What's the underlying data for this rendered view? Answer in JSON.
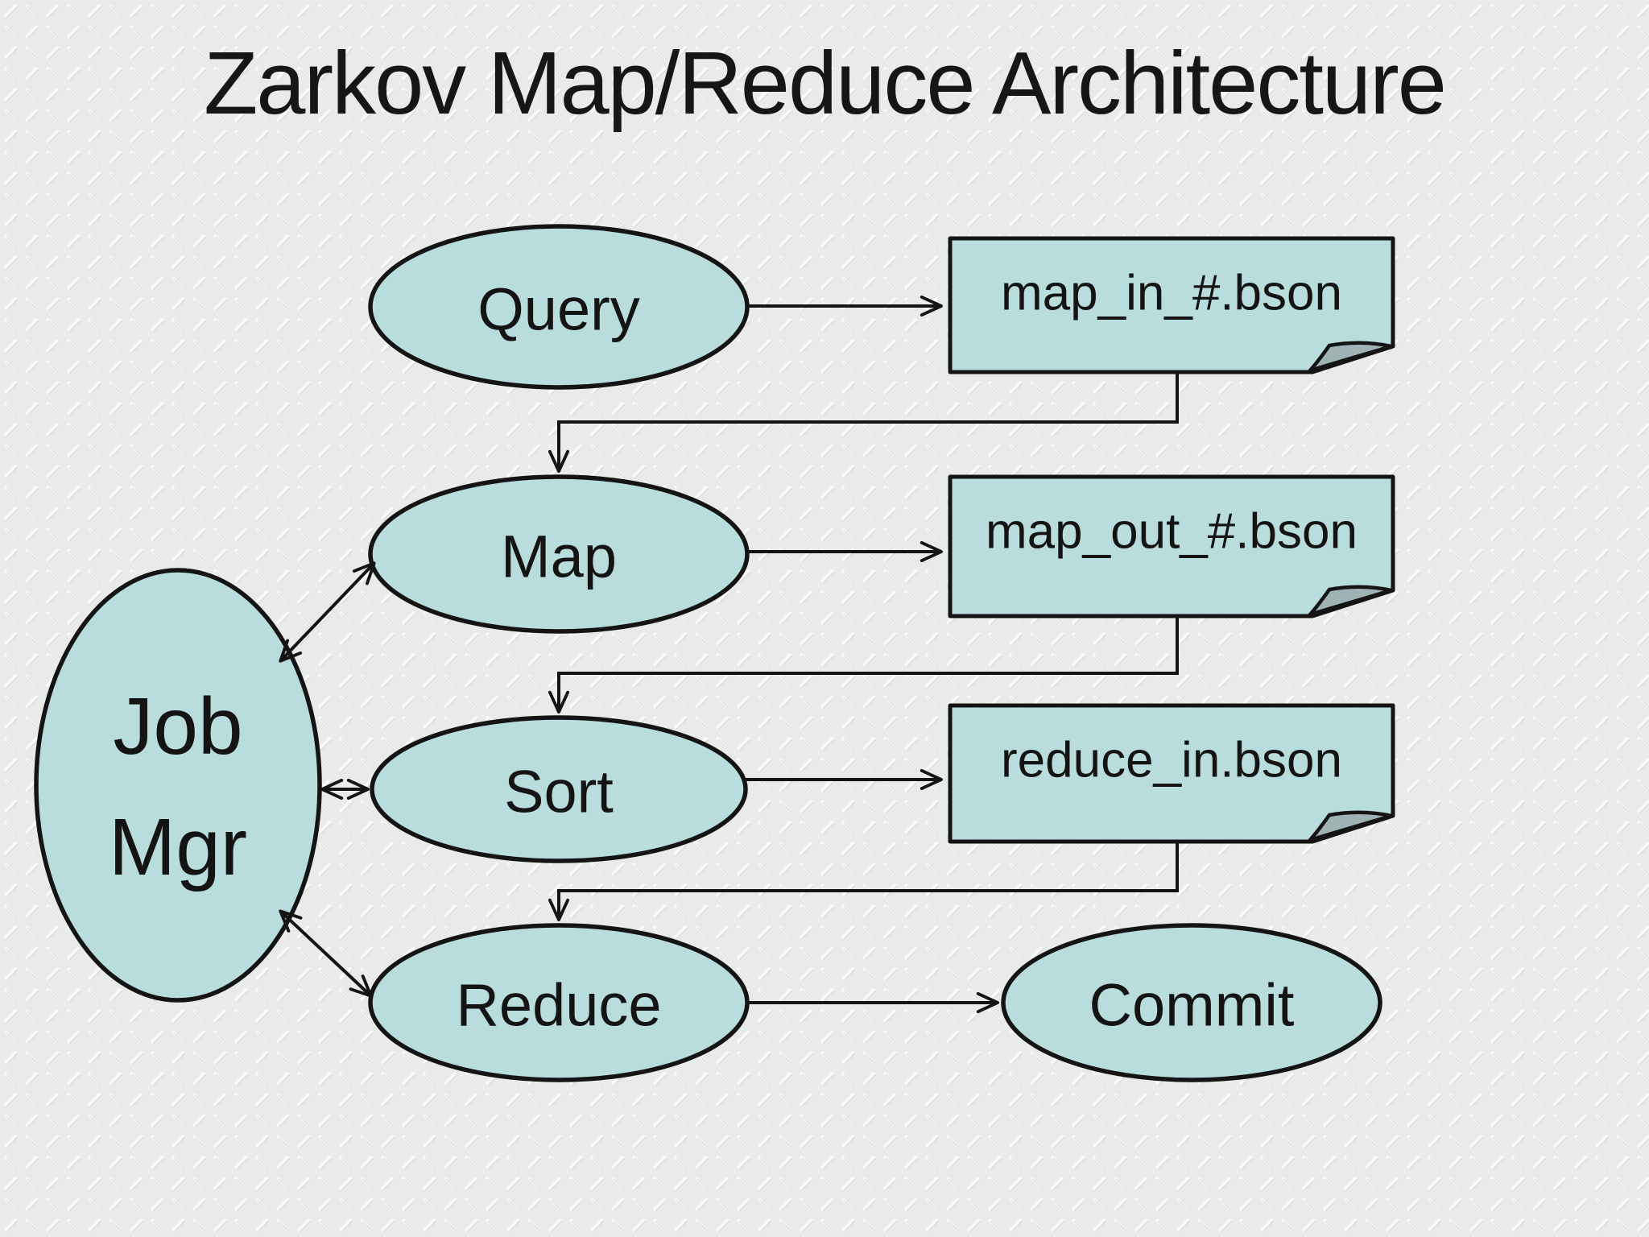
{
  "title": "Zarkov Map/Reduce Architecture",
  "nodes": {
    "query": "Query",
    "map": "Map",
    "sort": "Sort",
    "reduce": "Reduce",
    "commit": "Commit",
    "job_mgr_line1": "Job",
    "job_mgr_line2": "Mgr"
  },
  "documents": {
    "map_in": "map_in_#.bson",
    "map_out": "map_out_#.bson",
    "reduce_in": "reduce_in.bson"
  },
  "edges": [
    {
      "from": "Query",
      "to": "map_in_#.bson",
      "type": "directed"
    },
    {
      "from": "map_in_#.bson",
      "to": "Map",
      "type": "directed"
    },
    {
      "from": "Map",
      "to": "map_out_#.bson",
      "type": "directed"
    },
    {
      "from": "map_out_#.bson",
      "to": "Sort",
      "type": "directed"
    },
    {
      "from": "Sort",
      "to": "reduce_in.bson",
      "type": "directed"
    },
    {
      "from": "reduce_in.bson",
      "to": "Reduce",
      "type": "directed"
    },
    {
      "from": "Reduce",
      "to": "Commit",
      "type": "directed"
    },
    {
      "from": "Job Mgr",
      "to": "Map",
      "type": "bidirectional"
    },
    {
      "from": "Job Mgr",
      "to": "Sort",
      "type": "bidirectional"
    },
    {
      "from": "Job Mgr",
      "to": "Reduce",
      "type": "bidirectional"
    }
  ],
  "colors": {
    "shape_fill": "#b9dcdd",
    "fold_fill": "#9fb2b4",
    "stroke": "#141414",
    "background": "#e9eaea",
    "texture_light": "#f7f8f8",
    "texture_dark": "#dcdfe0",
    "title_color": "#161616"
  }
}
